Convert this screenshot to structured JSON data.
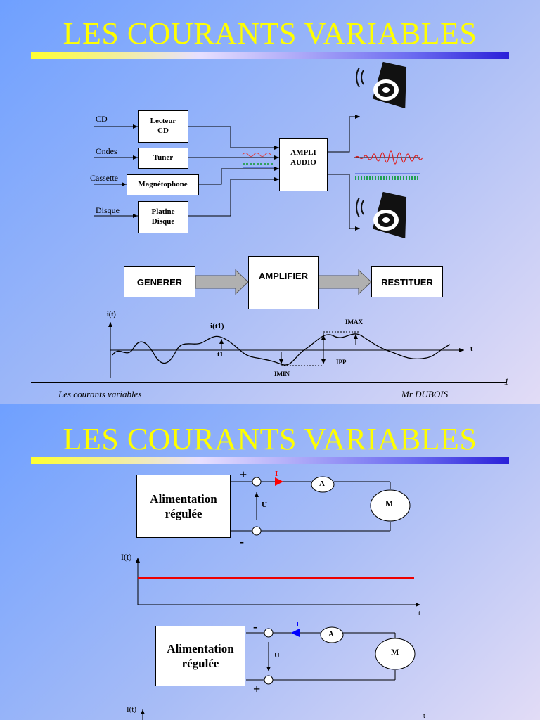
{
  "slide1": {
    "title": "LES COURANTS VARIABLES",
    "inputs": [
      "CD",
      "Ondes",
      "Cassette",
      "Disque"
    ],
    "sources": [
      "Lecteur\nCD",
      "Tuner",
      "Magnétophone",
      "Platine\nDisque"
    ],
    "amp_label": "AMPLI\nAUDIO",
    "process": {
      "step1": "GENERER",
      "step2": "AMPLIFIER",
      "step3": "RESTITUER"
    },
    "graph": {
      "y_label": "i(t)",
      "curve_label": "i(t1)",
      "t1_label": "t1",
      "x_label": "t",
      "imax_label": "IMAX",
      "imin_label": "IMIN",
      "ipp_label": "IPP"
    },
    "footer": {
      "left": "Les courants variables",
      "right": "Mr DUBOIS",
      "page": "1"
    }
  },
  "slide2": {
    "title": "LES COURANTS VARIABLES",
    "circuit1": {
      "supply_label": "Alimentation\nrégulée",
      "plus": "+",
      "minus": "-",
      "current_label": "I",
      "voltage_label": "U",
      "ammeter": "A",
      "motor": "M",
      "current_color": "#ff0000"
    },
    "graph1": {
      "y_label": "I(t)",
      "x_label": "t",
      "line_color": "#ee0000"
    },
    "circuit2": {
      "supply_label": "Alimentation\nrégulée",
      "top_sign": "-",
      "bottom_sign": "+",
      "current_label": "I",
      "voltage_label": "U",
      "ammeter": "A",
      "motor": "M",
      "current_color": "#0000ff"
    },
    "graph2": {
      "y_label": "I(t)",
      "x_label": "t"
    }
  }
}
